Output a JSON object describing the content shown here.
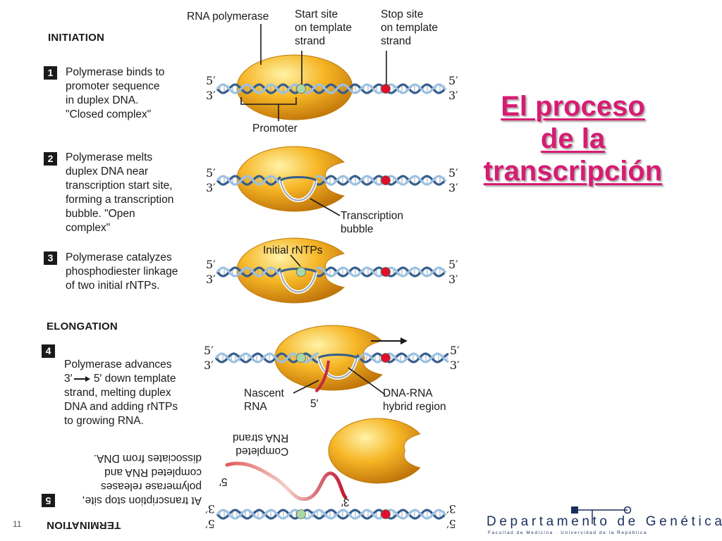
{
  "title": {
    "line1": "El proceso",
    "line2": "de la",
    "line3": "transcripción",
    "color": "#d81b72"
  },
  "sections": {
    "initiation": "INITIATION",
    "elongation": "ELONGATION",
    "termination": "TERMINATION"
  },
  "steps": [
    {
      "num": "1",
      "text": "Polymerase binds to\npromoter sequence\nin duplex DNA.\n\"Closed complex\""
    },
    {
      "num": "2",
      "text": "Polymerase melts\nduplex DNA near\ntranscription start site,\nforming a transcription\nbubble.  \"Open\ncomplex\""
    },
    {
      "num": "3",
      "text": "Polymerase catalyzes\nphosphodiester linkage\nof two initial rNTPs."
    },
    {
      "num": "4",
      "text_pre": "Polymerase advances\n3′",
      "text_mid": " 5′ down template",
      "text_post": "strand, melting duplex\nDNA and adding rNTPs\nto growing RNA."
    },
    {
      "num": "5",
      "text": "At transcription stop site,\npolymerase releases\ncompleted RNA and\ndissociates from DNA."
    }
  ],
  "labels": {
    "rna_polymerase": "RNA polymerase",
    "start_site": "Start site\non template\nstrand",
    "stop_site": "Stop site\non template\nstrand",
    "promoter": "Promoter",
    "transcription_bubble": "Transcription\nbubble",
    "initial_rntps": "Initial rNTPs",
    "nascent_rna": "Nascent\nRNA",
    "nascent_5": "5′",
    "dna_rna_hybrid": "DNA-RNA\nhybrid region",
    "completed_rna": "Completed\nRNA strand",
    "rna_5": "5′",
    "rna_3": "3′"
  },
  "strand_ends": {
    "five": "5′",
    "three": "3′"
  },
  "footer": {
    "page_number": "11",
    "department": "Departamento de Genética",
    "faculty": "Facultad de Medicina · Universidad de la República"
  },
  "colors": {
    "polymerase": "#f0a818",
    "dna": "#5b87b8",
    "start_site": "#a8d8a8",
    "stop_site": "#e0102a",
    "rna": "#c8283a"
  }
}
